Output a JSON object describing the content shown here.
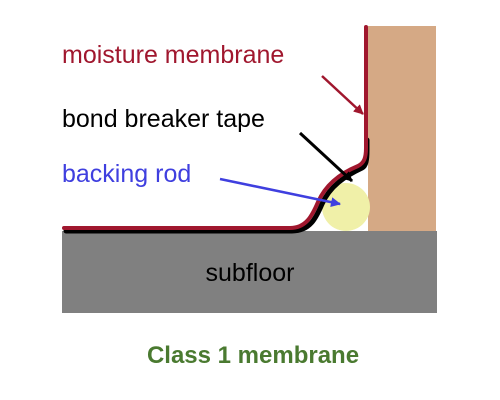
{
  "labels": {
    "moisture_membrane": "moisture membrane",
    "bond_breaker_tape": "bond breaker tape",
    "backing_rod": "backing rod",
    "subfloor": "subfloor",
    "caption": "Class 1 membrane"
  },
  "colors": {
    "membrane": "#a0172e",
    "tape": "#000000",
    "backing_rod_label": "#3f3fdf",
    "backing_rod_fill": "#f0f0a8",
    "wall": "#d5a985",
    "subfloor": "#808080",
    "caption": "#4a7a30"
  }
}
